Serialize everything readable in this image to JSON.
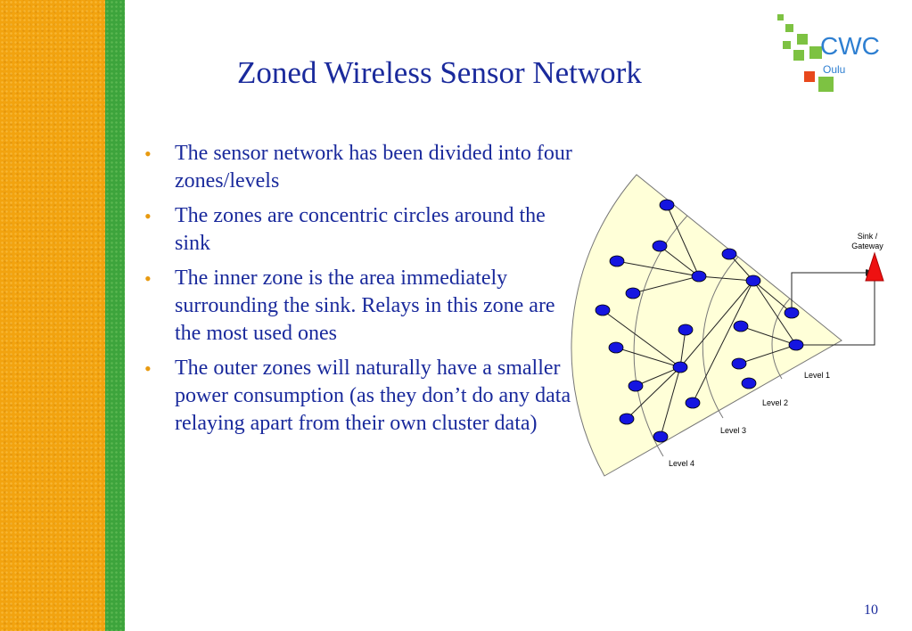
{
  "slide": {
    "title": "Zoned Wireless Sensor Network",
    "page_number": "10"
  },
  "logo": {
    "main": "CWC",
    "sub": "Oulu"
  },
  "bullets": [
    "The sensor network has been divided into four zones/levels",
    "The zones are concentric circles around the sink",
    " The inner zone is the area immediately surrounding the sink. Relays in this zone are the most used ones",
    "The outer zones will naturally have a smaller power consumption (as they don’t do any data relaying apart from their own cluster data)"
  ],
  "diagram": {
    "sink_label_line1": "Sink /",
    "sink_label_line2": "Gateway",
    "levels": [
      "Level 1",
      "Level 2",
      "Level 3",
      "Level 4"
    ]
  },
  "colors": {
    "title": "#1a2a9c",
    "bullet_marker": "#e89a10",
    "sector_fill": "#ffffd8",
    "node": "#1515e0",
    "sink": "#ee1111",
    "stripe_orange": "#f2a30f",
    "stripe_green": "#3da43c"
  }
}
